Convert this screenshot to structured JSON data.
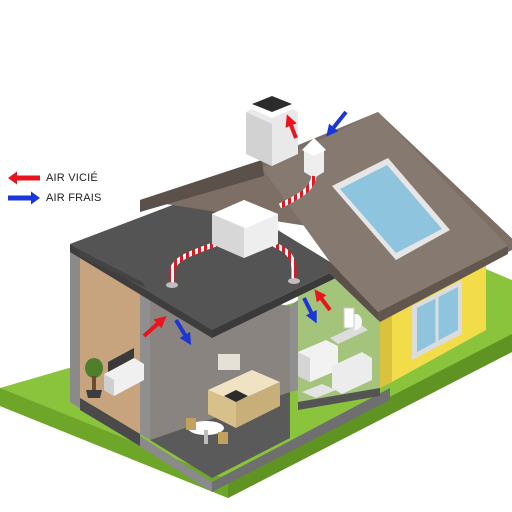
{
  "legend": {
    "items": [
      {
        "label": "AIR VICIÉ",
        "color": "#e8141e",
        "direction": "left",
        "icon": "red-arrow-icon"
      },
      {
        "label": "AIR FRAIS",
        "color": "#1b36d6",
        "direction": "right",
        "icon": "blue-arrow-icon"
      }
    ]
  },
  "colors": {
    "exhaust_air": "#e8141e",
    "fresh_air": "#1b36d6",
    "roof": "#867a70",
    "flat_roof": "#545454",
    "walls": "#7a7a7a",
    "facade": "#f2dc4a",
    "lawn": "#8ac33c",
    "window_glass": "#8fc4df"
  }
}
